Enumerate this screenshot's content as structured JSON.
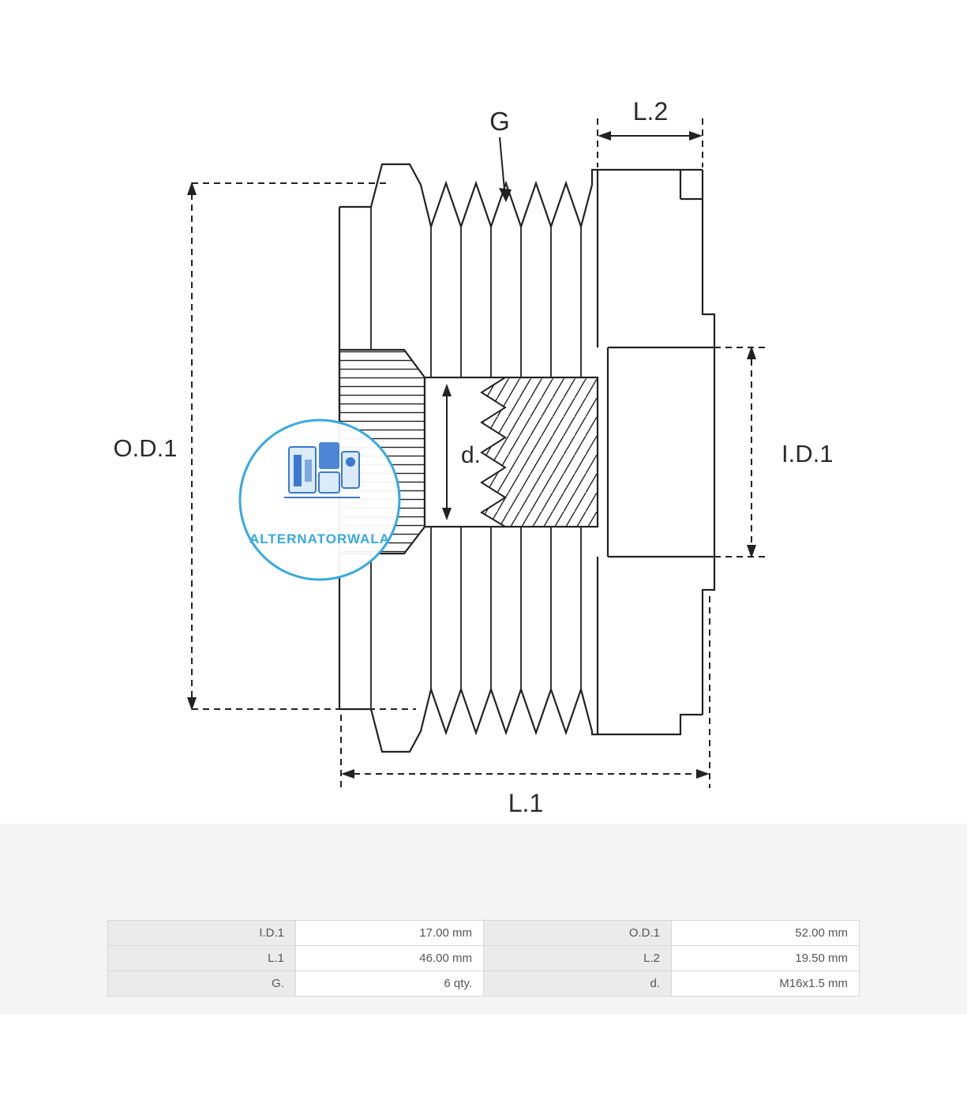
{
  "diagram": {
    "labels": {
      "outer_diameter": "O.D.1",
      "grooves": "G",
      "length_2": "L.2",
      "inner_diameter": "I.D.1",
      "length_total": "L.1",
      "thread": "d."
    },
    "watermark_text": "ALTERNATORWALA",
    "colors": {
      "line": "#1f1f1f",
      "watermark_blue": "#36a9e1"
    }
  },
  "spec_table": {
    "rows": [
      {
        "c1_label": "I.D.1",
        "c1_value": "17.00 mm",
        "c2_label": "O.D.1",
        "c2_value": "52.00 mm"
      },
      {
        "c1_label": "L.1",
        "c1_value": "46.00 mm",
        "c2_label": "L.2",
        "c2_value": "19.50 mm"
      },
      {
        "c1_label": "G.",
        "c1_value": "6 qty.",
        "c2_label": "d.",
        "c2_value": "M16x1.5 mm"
      }
    ]
  }
}
